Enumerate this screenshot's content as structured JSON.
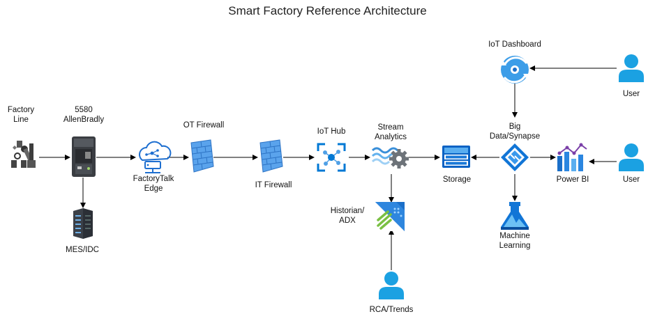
{
  "title": "Smart Factory Reference Architecture",
  "nodes": {
    "factory_line": {
      "label": "Factory\nLine",
      "icon": "robot-arm-icon"
    },
    "plc": {
      "label": "5580\nAllenBradly",
      "icon": "plc-controller-icon"
    },
    "factorytalk": {
      "label": "FactoryTalk\nEdge",
      "icon": "cloud-server-icon"
    },
    "ot_firewall": {
      "label": "OT Firewall",
      "icon": "firewall-icon"
    },
    "it_firewall": {
      "label": "IT Firewall",
      "icon": "firewall-icon"
    },
    "mes": {
      "label": "MES/IDC",
      "icon": "server-rack-icon"
    },
    "iot_hub": {
      "label": "IoT Hub",
      "icon": "iot-hub-icon"
    },
    "stream": {
      "label": "Stream\nAnalytics",
      "icon": "stream-analytics-icon"
    },
    "historian": {
      "label": "Historian/\nADX",
      "icon": "data-explorer-icon"
    },
    "rca": {
      "label": "RCA/Trends",
      "icon": "user-icon"
    },
    "storage": {
      "label": "Storage",
      "icon": "storage-icon"
    },
    "synapse": {
      "label": "Big\nData/Synapse",
      "icon": "synapse-icon"
    },
    "ml": {
      "label": "Machine\nLearning",
      "icon": "machine-learning-icon"
    },
    "iot_dashboard": {
      "label": "IoT Dashboard",
      "icon": "dashboard-icon"
    },
    "powerbi": {
      "label": "Power BI",
      "icon": "power-bi-icon"
    },
    "user_top": {
      "label": "User",
      "icon": "user-icon"
    },
    "user_mid": {
      "label": "User",
      "icon": "user-icon"
    }
  },
  "colors": {
    "azure_blue": "#0078d4",
    "user_cyan": "#1ba1e2",
    "firewall_blue": "#3e8ee0",
    "arrow": "#000000"
  }
}
